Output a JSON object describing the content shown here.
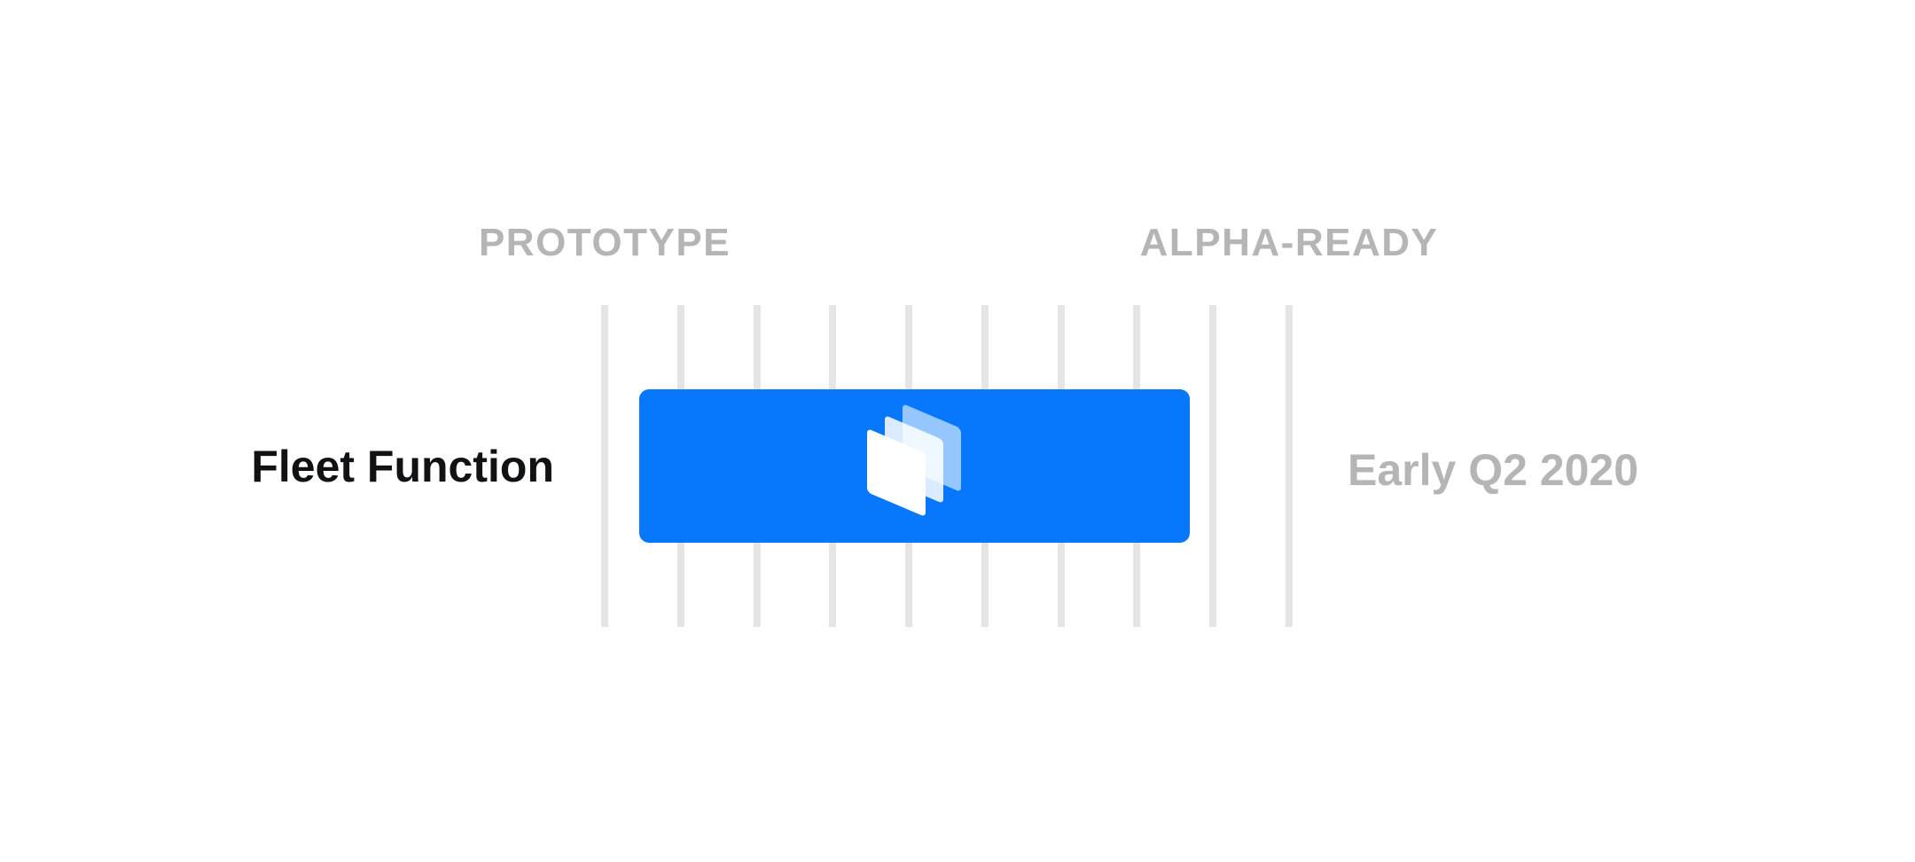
{
  "colors": {
    "canvas_bg": "#ffffff",
    "bar": "#0777fc",
    "stage_label": "#b5b5b7",
    "row_label": "#111214",
    "eta_label": "#b5b5b7",
    "gridline": "#e5e5e6",
    "icon_layer_back": "rgba(255,255,255,0.58)",
    "icon_layer_mid": "rgba(255,255,255,0.85)",
    "icon_layer_front": "#ffffff"
  },
  "chart_data": {
    "type": "bar",
    "subtype": "roadmap-timeline",
    "orientation": "horizontal",
    "title": "",
    "categories": [
      "Fleet Function"
    ],
    "x_axis": {
      "milestones": [
        "PROTOTYPE",
        "ALPHA-READY"
      ],
      "gridline_count": 10,
      "range_units": [
        0,
        1
      ]
    },
    "series": [
      {
        "name": "Fleet Function",
        "start": 0.05,
        "end": 0.855,
        "color": "#0777fc",
        "icon": "layers-icon",
        "annotation_right": "Early Q2 2020"
      }
    ],
    "legend": false,
    "grid": true,
    "background": "#ffffff"
  }
}
